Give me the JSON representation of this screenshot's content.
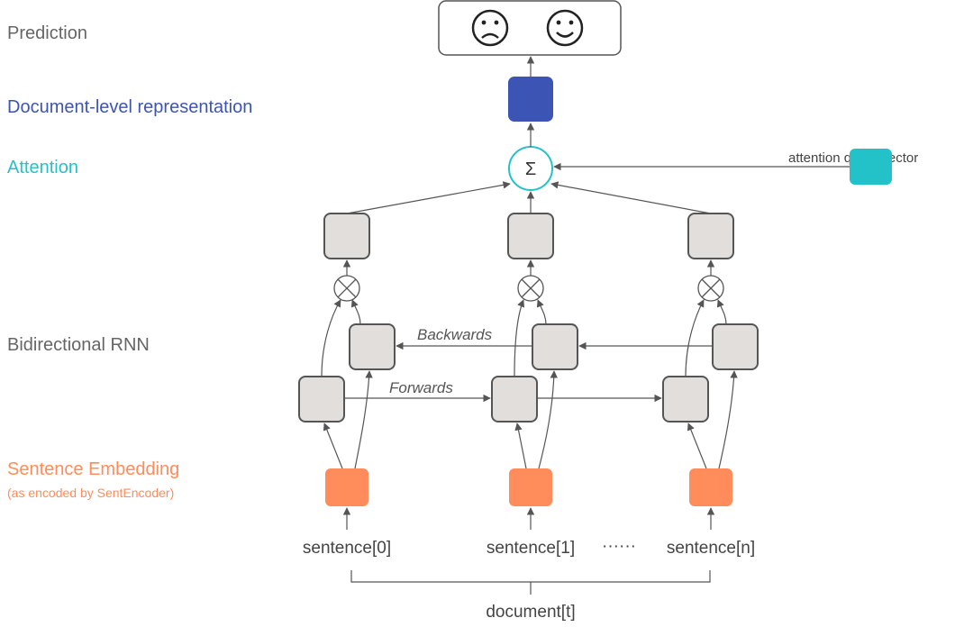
{
  "labels": {
    "prediction": "Prediction",
    "document_representation": "Document-level representation",
    "attention": "Attention",
    "bidirectional_rnn": "Bidirectional RNN",
    "sentence_embedding": "Sentence Embedding",
    "sentence_embedding_note": "(as encoded by SentEncoder)",
    "attention_query": "attention query vector",
    "backwards": "Backwards",
    "forwards": "Forwards",
    "sum_symbol": "Σ",
    "sentences": [
      "sentence[0]",
      "sentence[1]",
      "sentence[n]"
    ],
    "ellipsis": "······",
    "document": "document[t]"
  },
  "colors": {
    "gray_text": "#666666",
    "document_blue": "#3c55b5",
    "attention_cyan": "#23c2c8",
    "embedding_orange": "#ff8c5a",
    "node_fill": "#e1dedc"
  },
  "icons": [
    "sad-face-icon",
    "happy-face-icon",
    "multiply-circle-icon"
  ]
}
